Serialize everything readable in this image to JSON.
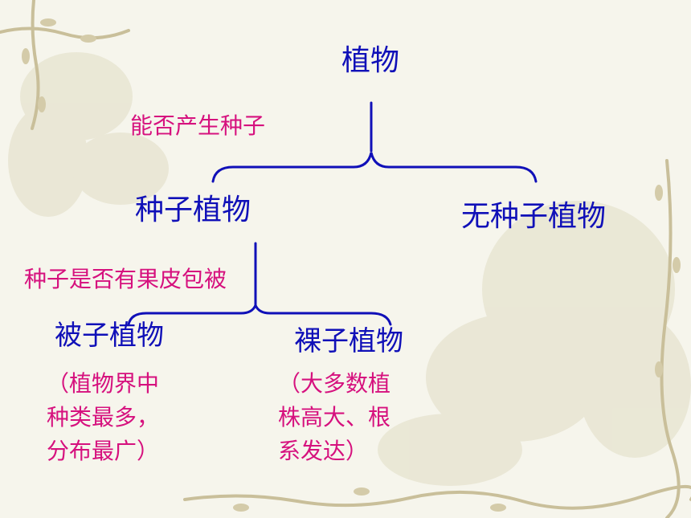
{
  "root": "植物",
  "question1": "能否产生种子",
  "level1": {
    "left": "种子植物",
    "right": "无种子植物"
  },
  "question2": "种子是否有果皮包被",
  "level2": {
    "left": "被子植物",
    "right": "裸子植物"
  },
  "notes": {
    "left": [
      "（植物界中",
      "种类最多，",
      "分布最广）"
    ],
    "right": [
      "（大多数植",
      "株高大、根",
      "系发达）"
    ]
  },
  "colors": {
    "node": "#1010b8",
    "question": "#d6117e",
    "background": "#f6f5ec"
  }
}
